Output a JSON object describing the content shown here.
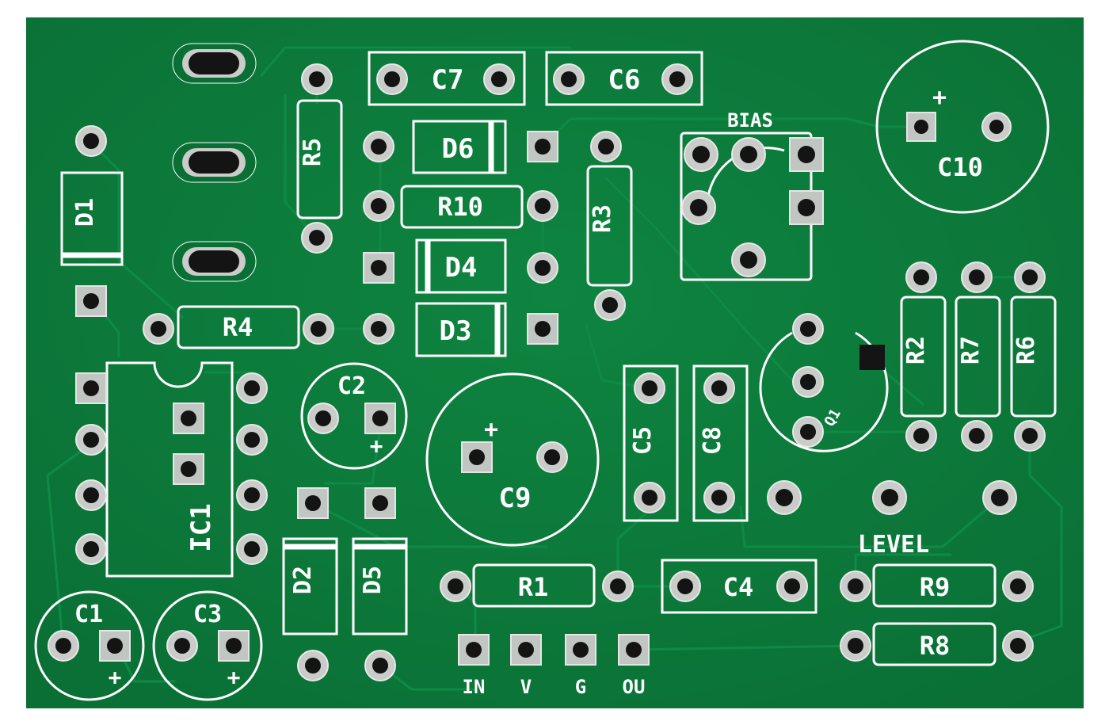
{
  "board": {
    "colors": {
      "board": "#0c7a3a",
      "edge": "#ffffff",
      "silk": "#ffffff",
      "trace": "#0f8a45",
      "pad": "#c9ccc9",
      "hole": "#141414"
    }
  },
  "labels": {
    "C7": "C7",
    "C6": "C6",
    "BIAS": "BIAS",
    "C10": "C10",
    "C10_plus": "+",
    "R5": "R5",
    "D6": "D6",
    "R10": "R10",
    "R3": "R3",
    "D1": "D1",
    "D4": "D4",
    "D3": "D3",
    "R4": "R4",
    "R2": "R2",
    "R7": "R7",
    "R6": "R6",
    "Q1": "Q1",
    "C2": "C2",
    "C2_plus": "+",
    "C9": "C9",
    "C9_plus": "+",
    "C5": "C5",
    "C8": "C8",
    "IC1": "IC1",
    "LEVEL": "LEVEL",
    "D2": "D2",
    "D5": "D5",
    "R1": "R1",
    "C4": "C4",
    "R9": "R9",
    "R8": "R8",
    "C1": "C1",
    "C1_plus": "+",
    "C3": "C3",
    "C3_plus": "+",
    "IN": "IN",
    "V": "V",
    "G": "G",
    "OU": "OU"
  }
}
